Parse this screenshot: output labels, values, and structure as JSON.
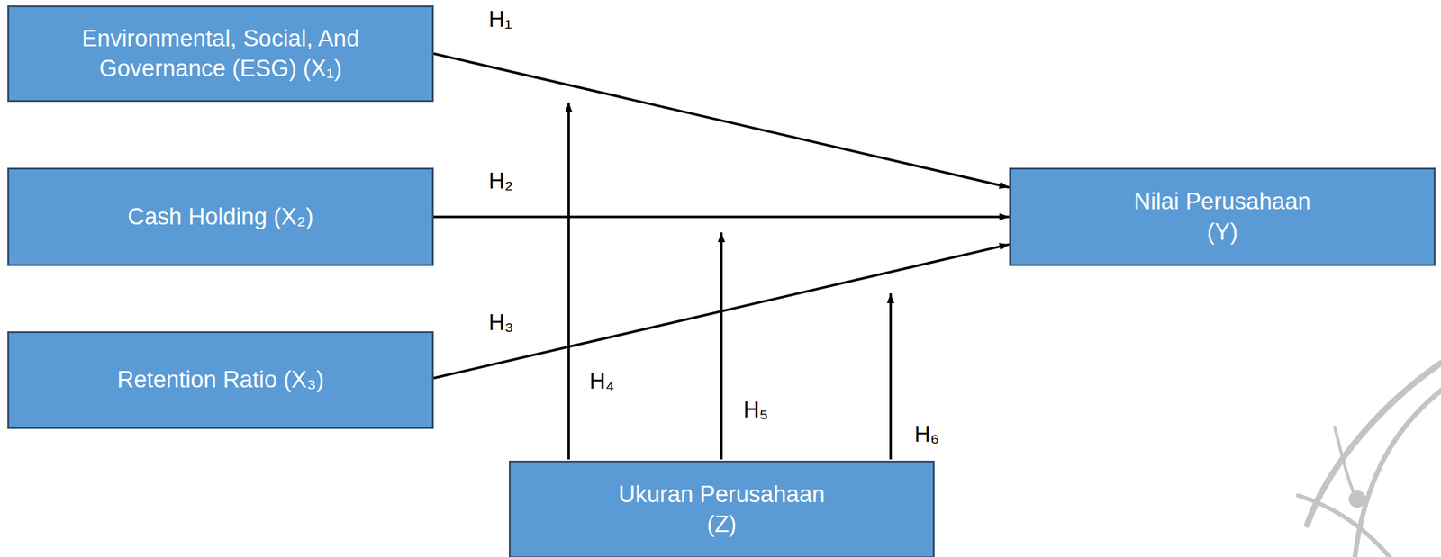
{
  "diagram": {
    "nodes": [
      {
        "text": [
          "Environmental, Social, And Governance (ESG) (X₁)"
        ]
      },
      {
        "text": [
          "Cash Holding (X₂)"
        ]
      },
      {
        "text": [
          "Retention Ratio (X₃)"
        ]
      },
      {
        "text": [
          "Nilai Perusahaan (Y)"
        ]
      },
      {
        "text": [
          "Ukuran Perusahaan (Z)"
        ]
      }
    ],
    "edges": [
      {
        "from": 0,
        "to": 3,
        "arrow": "to"
      },
      {
        "from": 1,
        "to": 3,
        "arrow": "to"
      },
      {
        "from": 2,
        "to": 3,
        "arrow": "to"
      }
    ],
    "labels": [
      "H₁",
      "H₂",
      "H₃",
      "H₄",
      "H₅",
      "H₆"
    ]
  }
}
